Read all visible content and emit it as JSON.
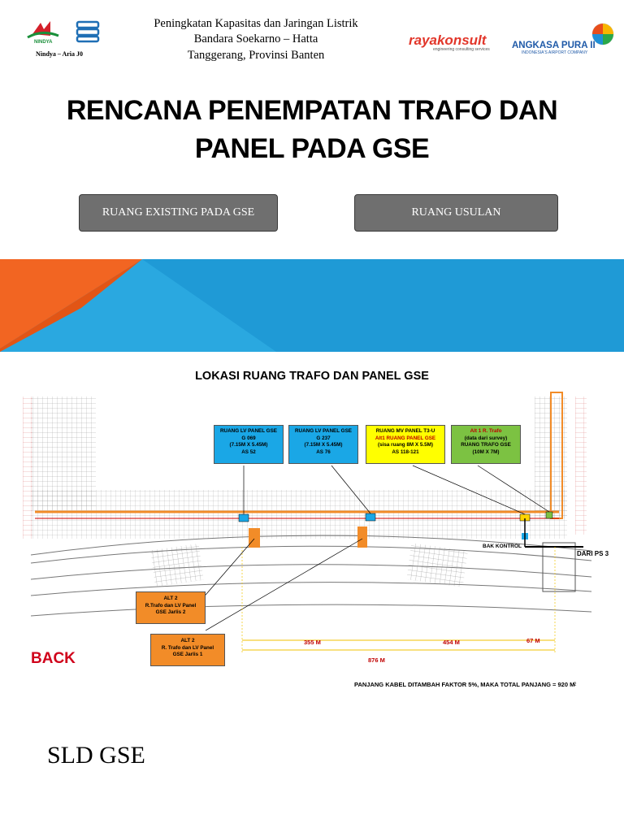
{
  "header": {
    "line1": "Peningkatan Kapasitas dan Jaringan Listrik",
    "line2": "Bandara Soekarno – Hatta",
    "line3": "Tanggerang, Provinsi Banten",
    "left_logo_caption": "Nindya – Aria J0",
    "left_logo_text": "NINDYA",
    "rayakonsult_logo": "rayakonsult",
    "rayakonsult_tagline": "engineering consulting services",
    "angkasa_logo": "ANGKASA PURA II",
    "angkasa_tagline": "INDONESIA'S AIRPORT COMPANY"
  },
  "title": {
    "line1": "RENCANA PENEMPATAN TRAFO DAN",
    "line2": "PANEL PADA GSE"
  },
  "buttons": {
    "existing": "RUANG EXISTING PADA GSE",
    "usulan": "RUANG USULAN"
  },
  "map": {
    "title": "LOKASI RUANG TRAFO DAN PANEL GSE",
    "boxes": [
      {
        "lines": [
          "RUANG LV PANEL GSE",
          "G 069",
          "(7.15M X 5.45M)",
          "AS 52"
        ],
        "color": "#1aa7e6"
      },
      {
        "lines": [
          "RUANG LV PANEL GSE",
          "G 237",
          "(7.15M X 5.45M)",
          "AS 76"
        ],
        "color": "#1aa7e6"
      },
      {
        "lines": [
          "RUANG MV PANEL T3-U",
          "Alt1 RUANG PANEL GSE",
          "(sisa ruang 8M X 5.5M)",
          "AS 118-121"
        ],
        "color": "#ffff00"
      },
      {
        "lines": [
          "Alt 1 R. Trafo",
          "(data dari survey)",
          "RUANG TRAFO GSE",
          "(10M X 7M)"
        ],
        "color": "#7cc242"
      }
    ],
    "alt_boxes": [
      {
        "lines": [
          "ALT 2",
          "R.Trafo dan LV Panel",
          "GSE Jarlis 2"
        ]
      },
      {
        "lines": [
          "ALT 2",
          "R. Trafo dan LV Panel",
          "GSE Jarlis 1"
        ]
      }
    ],
    "bak_kontrol": "BAK KONTROL",
    "dari_ps3": "DARI PS 3",
    "dim_355": "355 M",
    "dim_454": "454 M",
    "dim_67": "67 M",
    "dim_876": "876 M",
    "footnote": "PANJANG KABEL DITAMBAH FAKTOR 5%, MAKA TOTAL PANJANG = 920 M",
    "page_number": "2"
  },
  "back_label": "BACK",
  "sld_label": "SLD GSE",
  "colors": {
    "button_bg": "#6f6f6f",
    "band_blue": "#1f9ad6",
    "band_orange": "#f26522",
    "back_red": "#d0021b"
  }
}
